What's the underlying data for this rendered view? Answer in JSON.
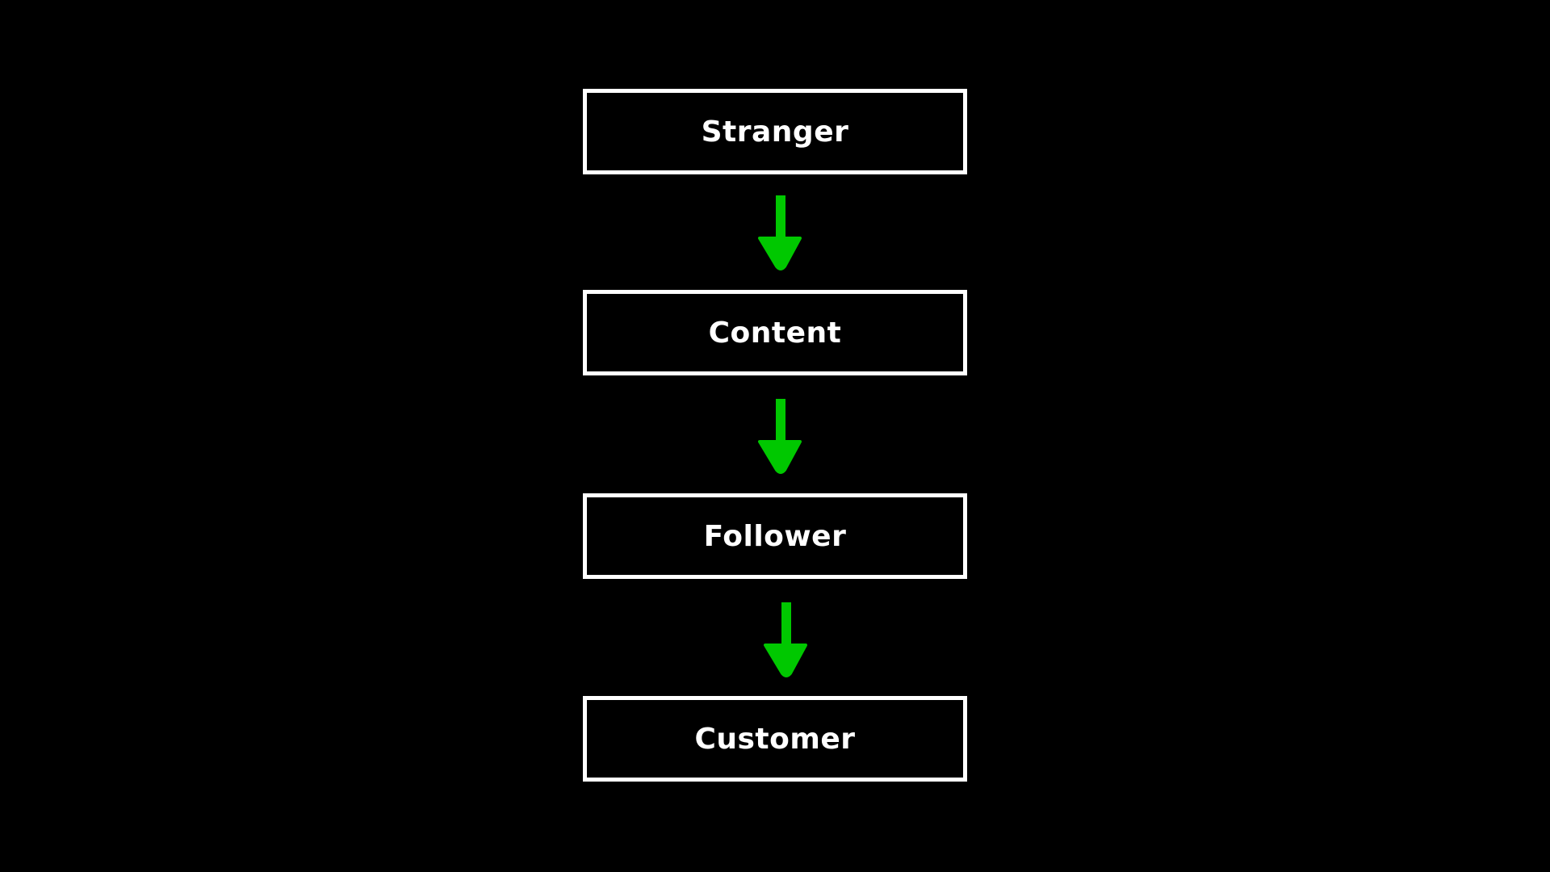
{
  "diagram": {
    "nodes": [
      {
        "id": "stranger",
        "label": "Stranger"
      },
      {
        "id": "content",
        "label": "Content"
      },
      {
        "id": "follower",
        "label": "Follower"
      },
      {
        "id": "customer",
        "label": "Customer"
      }
    ],
    "edges": [
      {
        "from": "stranger",
        "to": "content",
        "direction": "down"
      },
      {
        "from": "content",
        "to": "follower",
        "direction": "down"
      },
      {
        "from": "follower",
        "to": "customer",
        "direction": "down"
      }
    ]
  },
  "colors": {
    "background": "#000000",
    "box_border": "#ffffff",
    "text": "#ffffff",
    "arrow": "#00c800"
  },
  "icons": {
    "arrow": "arrow-down-icon"
  }
}
